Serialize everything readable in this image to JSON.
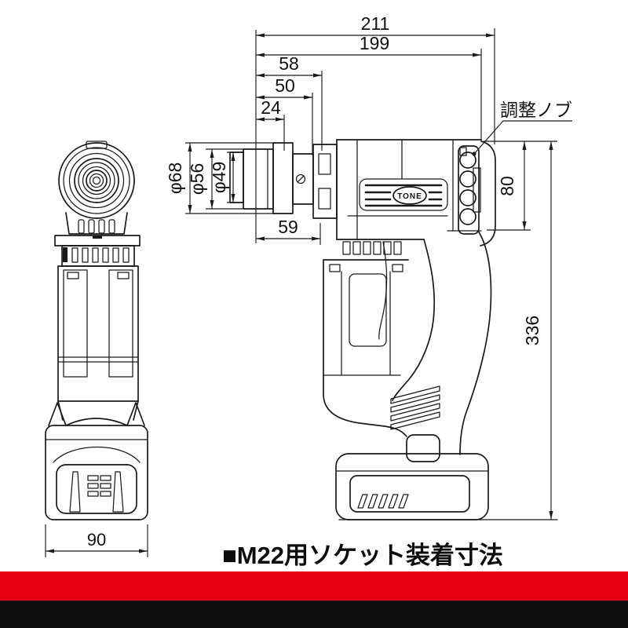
{
  "caption": "■M22用ソケット装着寸法",
  "callout": {
    "label": "調整ノブ"
  },
  "brand": {
    "logo_text": "TONE"
  },
  "dimensions": {
    "overall_length": "211",
    "length_199": "199",
    "length_58": "58",
    "length_50": "50",
    "length_24": "24",
    "dia_68": "φ68",
    "dia_56": "φ56",
    "dia_49": "φ49",
    "length_59": "59",
    "height_80": "80",
    "overall_height": "336",
    "battery_width": "90"
  },
  "colors": {
    "line": "#1a1a1a",
    "red_band": "#e60012",
    "black_band": "#0e0e0e",
    "background": "#ffffff"
  }
}
